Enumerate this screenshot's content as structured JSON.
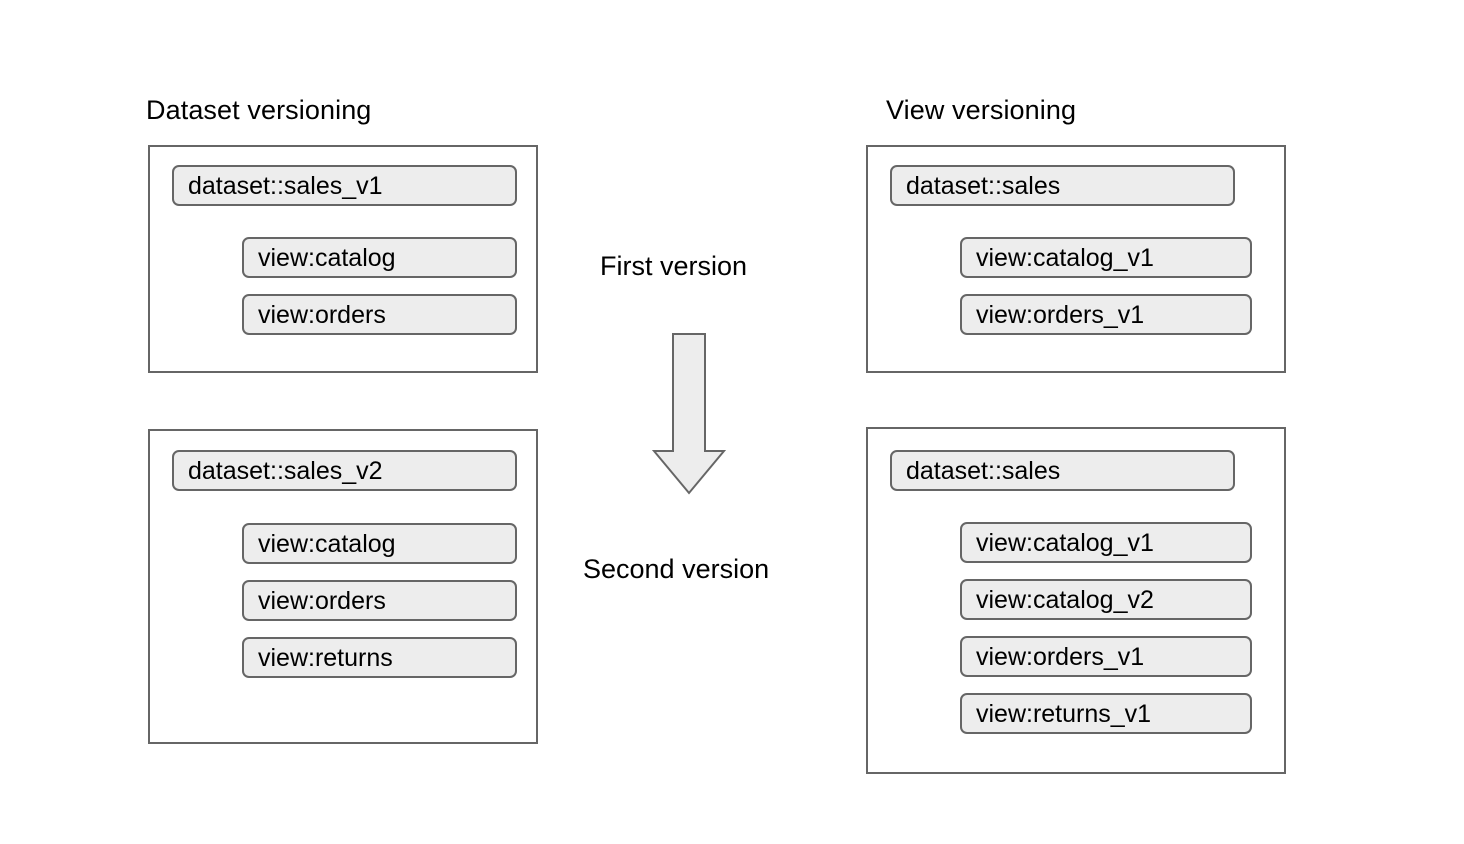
{
  "page": {
    "background": "#ffffff",
    "box_border_color": "#666666",
    "pill_fill_color": "#ededed",
    "pill_border_color": "#666666",
    "text_color": "#000000"
  },
  "columns": {
    "left": {
      "title": "Dataset versioning",
      "groups": [
        {
          "name": "first-version-group",
          "dataset": "dataset::sales_v1",
          "views": [
            "view:catalog",
            "view:orders"
          ]
        },
        {
          "name": "second-version-group",
          "dataset": "dataset::sales_v2",
          "views": [
            "view:catalog",
            "view:orders",
            "view:returns"
          ]
        }
      ]
    },
    "right": {
      "title": "View versioning",
      "groups": [
        {
          "name": "first-version-group",
          "dataset": "dataset::sales",
          "views": [
            "view:catalog_v1",
            "view:orders_v1"
          ]
        },
        {
          "name": "second-version-group",
          "dataset": "dataset::sales",
          "views": [
            "view:catalog_v1",
            "view:catalog_v2",
            "view:orders_v1",
            "view:returns_v1"
          ]
        }
      ]
    }
  },
  "center": {
    "first_label": "First version",
    "second_label": "Second version",
    "arrow_icon": "arrow-down-icon",
    "arrow_fill": "#ededed",
    "arrow_stroke": "#666666"
  }
}
